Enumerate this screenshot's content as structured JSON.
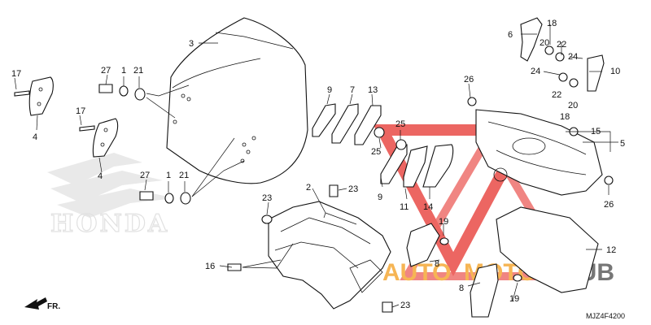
{
  "diagram_code": "MJZ4F4200",
  "direction_label": "FR.",
  "brand_watermark": "HONDA",
  "shop_watermark": {
    "text_left": "AUTO",
    "text_mid": "MOTO",
    "text_right": "HUB",
    "color_red": "#e8413c",
    "color_orange": "#f4a32a"
  },
  "callouts": {
    "c1a": "1",
    "c1b": "1",
    "c2": "2",
    "c3": "3",
    "c4a": "4",
    "c4b": "4",
    "c5": "5",
    "c6": "6",
    "c7": "7",
    "c8a": "8",
    "c8b": "8",
    "c9a": "9",
    "c9b": "9",
    "c10": "10",
    "c11": "11",
    "c12": "12",
    "c13": "13",
    "c14": "14",
    "c15": "15",
    "c16": "16",
    "c17a": "17",
    "c17b": "17",
    "c18a": "18",
    "c18b": "18",
    "c19a": "19",
    "c19b": "19",
    "c20a": "20",
    "c20b": "20",
    "c21a": "21",
    "c21b": "21",
    "c22a": "22",
    "c22b": "22",
    "c23a": "23",
    "c23b": "23",
    "c23c": "23",
    "c24a": "24",
    "c24b": "24",
    "c25a": "25",
    "c25b": "25",
    "c26a": "26",
    "c26b": "26",
    "c27a": "27",
    "c27b": "27"
  }
}
